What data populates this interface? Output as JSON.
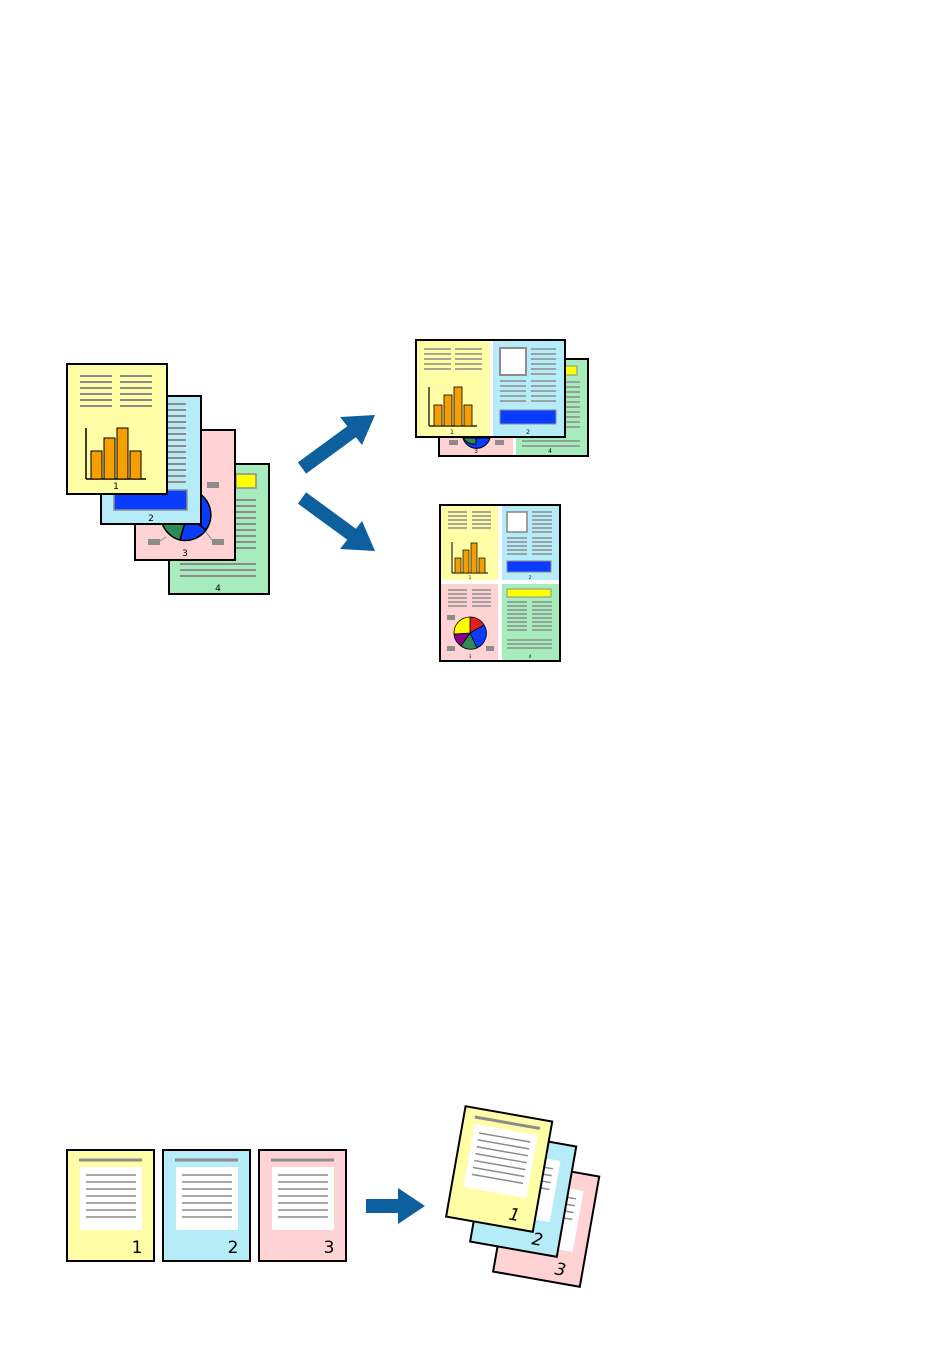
{
  "colors": {
    "yellow": "#fffda5",
    "blue": "#b5ecf8",
    "pink": "#ffd3d3",
    "green": "#a6ecbc",
    "gray_line": "#8c8c8c",
    "bar": "#f5a000",
    "accent_blue": "#0a3cff",
    "highlight": "#ffff00",
    "arrow": "#0d5f9e",
    "outline": "#000000"
  },
  "top_diagram": {
    "stack_labels": [
      "1",
      "2",
      "3",
      "4"
    ],
    "two_up_labels": [
      "1",
      "2",
      "3",
      "4"
    ],
    "four_up_labels": [
      "1",
      "2",
      "3",
      "4"
    ]
  },
  "bottom_diagram": {
    "page_labels": [
      "1",
      "2",
      "3"
    ],
    "stack_labels": [
      "1",
      "2",
      "3"
    ]
  }
}
